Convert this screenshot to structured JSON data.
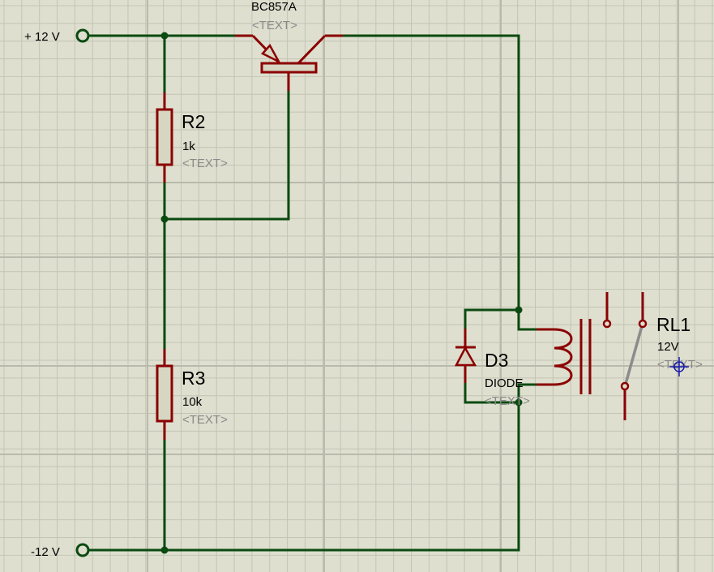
{
  "schematic": {
    "colors": {
      "background": "#dedfcf",
      "grid_minor": "#c3c4b4",
      "grid_major": "#b9baab",
      "wire": "#0b4a10",
      "component": "#8b0000",
      "body_fill": "#d6d6c2",
      "switch_arm": "#8c8c8c",
      "placeholder_text": "#8a8a8a",
      "cursor": "#1a1ab0"
    },
    "terminals": {
      "positive": {
        "label": "+ 12 V"
      },
      "negative": {
        "label": "-12 V"
      }
    },
    "components": {
      "transistor": {
        "ref": "BC857A",
        "text": "<TEXT>"
      },
      "r2": {
        "ref": "R2",
        "value": "1k",
        "text": "<TEXT>"
      },
      "r3": {
        "ref": "R3",
        "value": "10k",
        "text": "<TEXT>"
      },
      "d3": {
        "ref": "D3",
        "value": "DIODE",
        "text": "<TEXT>"
      },
      "rl1": {
        "ref": "RL1",
        "value": "12V",
        "text": "<TEXT>"
      }
    }
  }
}
